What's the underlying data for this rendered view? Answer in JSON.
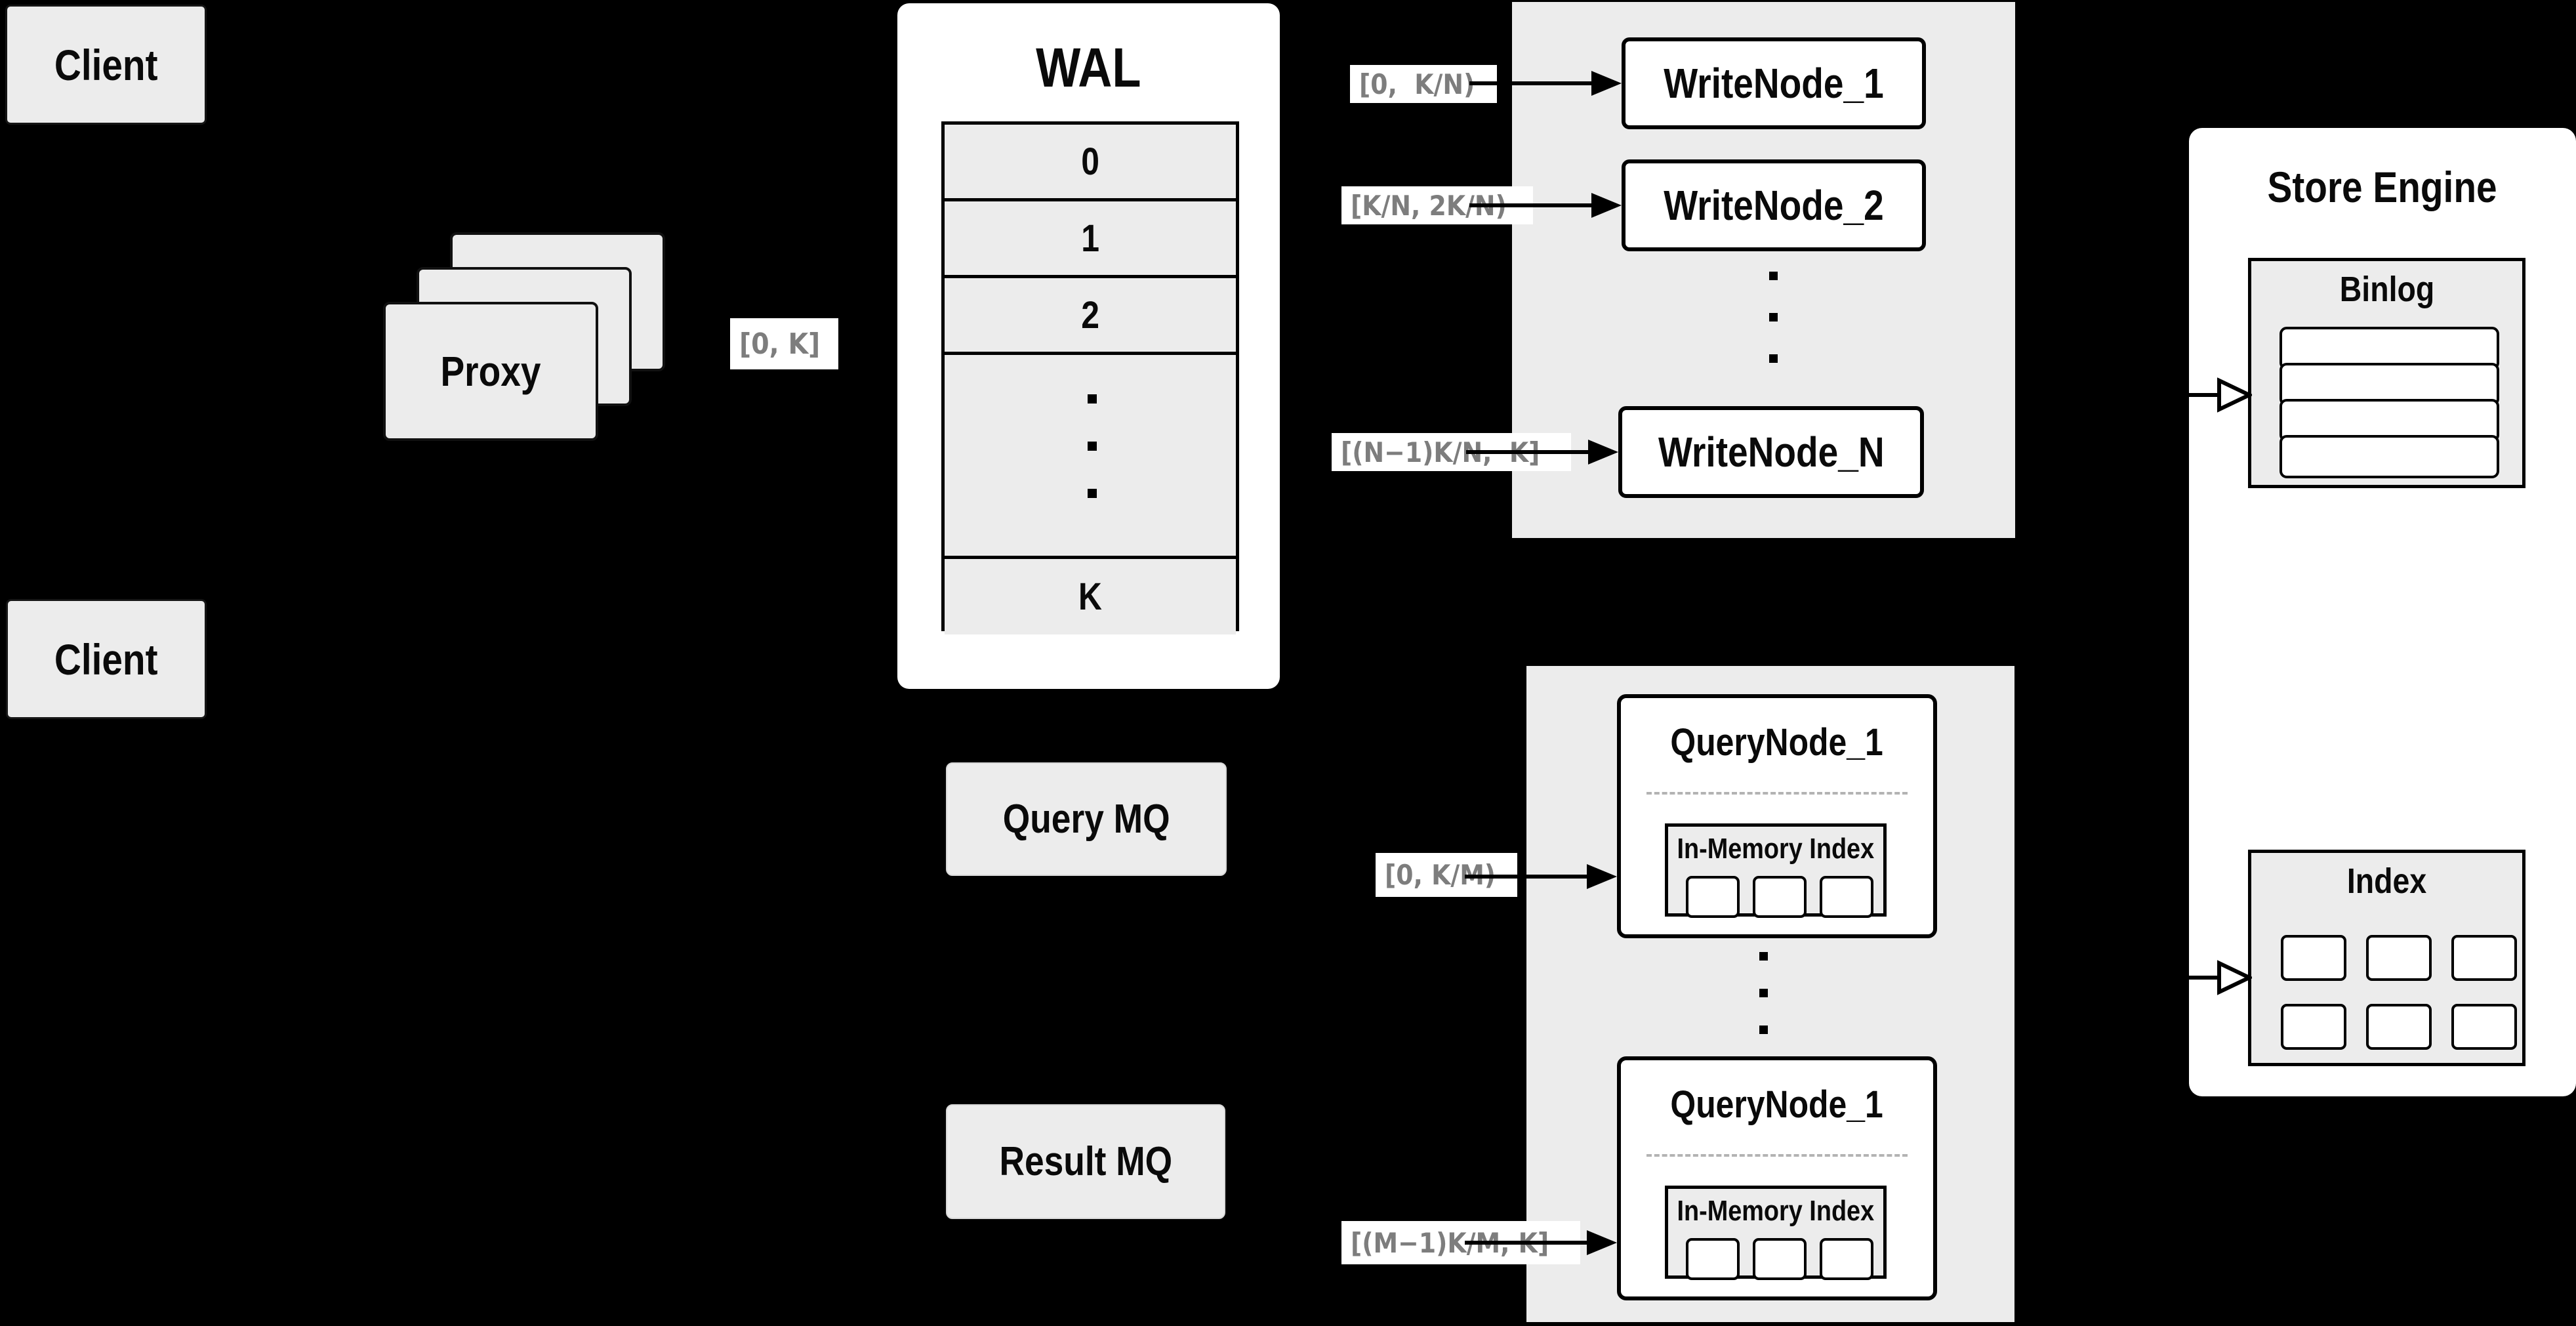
{
  "diagram": {
    "client_top": "Client",
    "client_bottom": "Client",
    "proxy": "Proxy",
    "wal": {
      "title": "WAL",
      "rows": [
        "0",
        "1",
        "2"
      ],
      "row_k": "K"
    },
    "labels": {
      "proxy_wal": "[0, K]",
      "write_1": "[0,  K/N)",
      "write_2": "[K/N, 2K/N)",
      "write_n": "[(N−1)K/N,  K]",
      "query_top": "[0, K/M)",
      "query_bottom": "[(M−1)K/M, K]"
    },
    "write_nodes": [
      "WriteNode_1",
      "WriteNode_2",
      "WriteNode_N"
    ],
    "query_mq": "Query MQ",
    "result_mq": "Result MQ",
    "query_node_top": {
      "title": "QueryNode_1",
      "inmem": "In-Memory Index"
    },
    "query_node_bottom": {
      "title": "QueryNode_1",
      "inmem": "In-Memory Index"
    },
    "store": {
      "title": "Store Engine",
      "binlog": "Binlog",
      "index": "Index"
    },
    "colors": {
      "bg": "#000000",
      "box_gray": "#ececec",
      "box_white": "#ffffff",
      "border": "#000000",
      "label_text": "#7d7d7d",
      "dash": "#b3b3b3"
    }
  }
}
